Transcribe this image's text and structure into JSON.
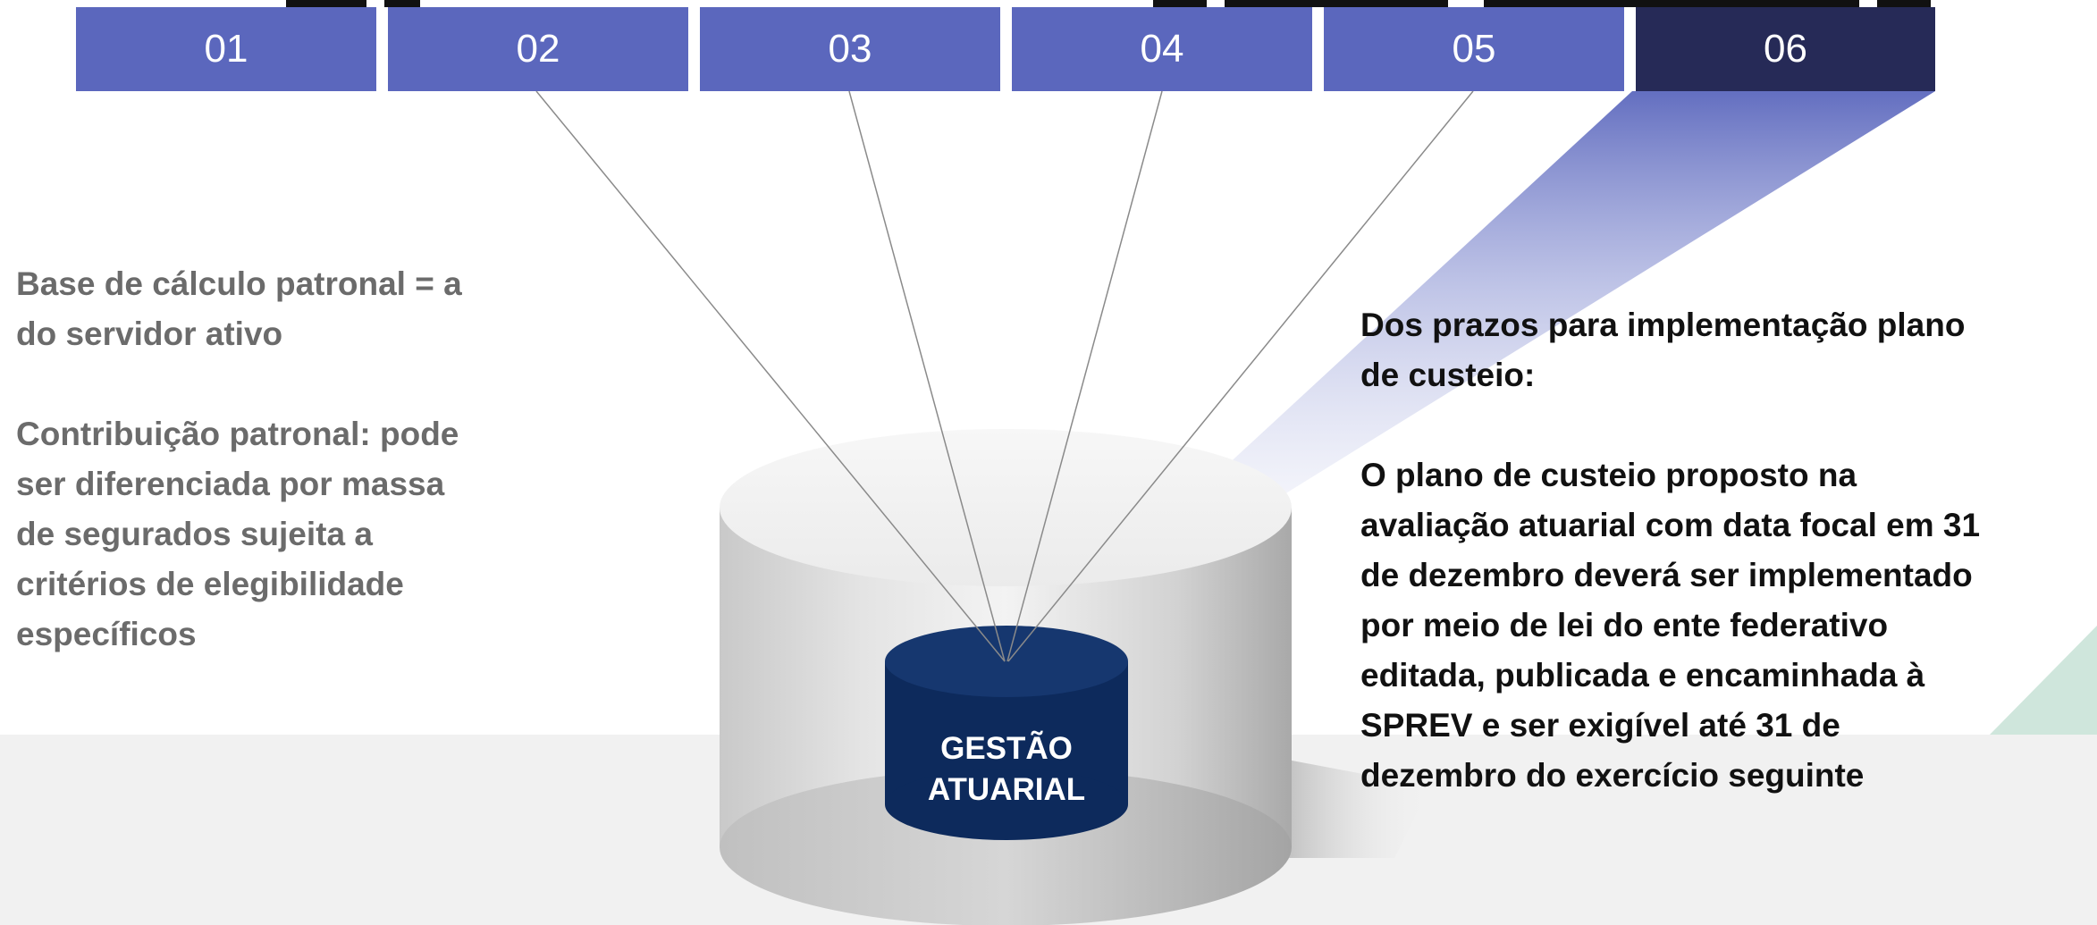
{
  "tabs": [
    {
      "label": "01"
    },
    {
      "label": "02"
    },
    {
      "label": "03"
    },
    {
      "label": "04"
    },
    {
      "label": "05"
    },
    {
      "label": "06"
    }
  ],
  "active_tab": "06",
  "colors": {
    "tab": "#5b67bd",
    "tab_active": "#262a57",
    "core": "#0d2a5c",
    "left_text": "#6b6b6b",
    "right_text": "#111111",
    "band": "#f1f1f1"
  },
  "diagram": {
    "core_label_line1": "GESTÃO",
    "core_label_line2": "ATUARIAL"
  },
  "left_text": {
    "para1_line1": "Base de cálculo patronal = a",
    "para1_line2": "do servidor ativo",
    "para2_line1": "Contribuição patronal: pode",
    "para2_line2": "ser diferenciada por massa",
    "para2_line3": "de segurados sujeita a",
    "para2_line4": "critérios de elegibilidade",
    "para2_line5": "específicos"
  },
  "right_text": {
    "heading_line1": "Dos prazos para implementação plano",
    "heading_line2": "de custeio:",
    "body_line1": "O plano de custeio proposto na",
    "body_line2": "avaliação atuarial com data focal em 31",
    "body_line3": "de dezembro deverá ser implementado",
    "body_line4": "por meio de lei do ente federativo",
    "body_line5": "editada, publicada e encaminhada à",
    "body_line6": "SPREV e ser exigível até 31 de",
    "body_line7": "dezembro do exercício seguinte"
  }
}
